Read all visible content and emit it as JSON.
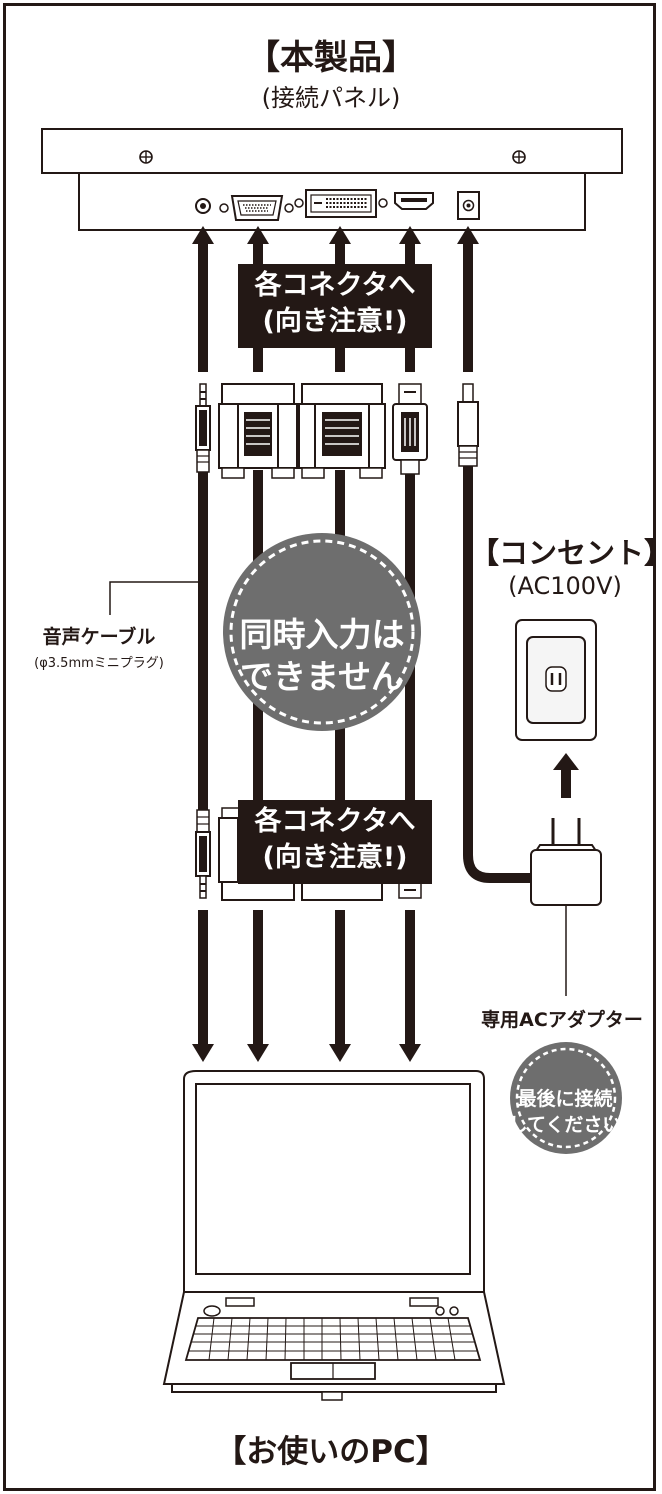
{
  "product": {
    "title": "【本製品】",
    "subtitle": "(接続パネル)"
  },
  "connector_banner_top": {
    "line1": "各コネクタへ",
    "line2": "(向き注意!)"
  },
  "connector_banner_bottom": {
    "line1": "各コネクタへ",
    "line2": "(向き注意!)"
  },
  "notice_simultaneous": {
    "line1": "同時入力は",
    "line2": "できません"
  },
  "audio_cable": {
    "label": "音声ケーブル",
    "spec": "(φ3.5mmミニプラグ)"
  },
  "outlet": {
    "title": "【コンセント】",
    "subtitle": "(AC100V)"
  },
  "adapter": {
    "label": "専用ACアダプター"
  },
  "notice_last": {
    "line1": "最後に接続",
    "line2": "してください"
  },
  "pc": {
    "title": "【お使いのPC】"
  },
  "colors": {
    "ink": "#231815",
    "bubble": "#6e6e6e",
    "outlet_fill": "#f5f5f5"
  },
  "icons": [
    "audio-jack-icon",
    "vga-port-icon",
    "dvi-port-icon",
    "hdmi-port-icon",
    "dc-power-jack-icon",
    "screw-icon",
    "arrow-icon",
    "laptop-icon",
    "power-outlet-icon",
    "ac-adapter-icon"
  ]
}
